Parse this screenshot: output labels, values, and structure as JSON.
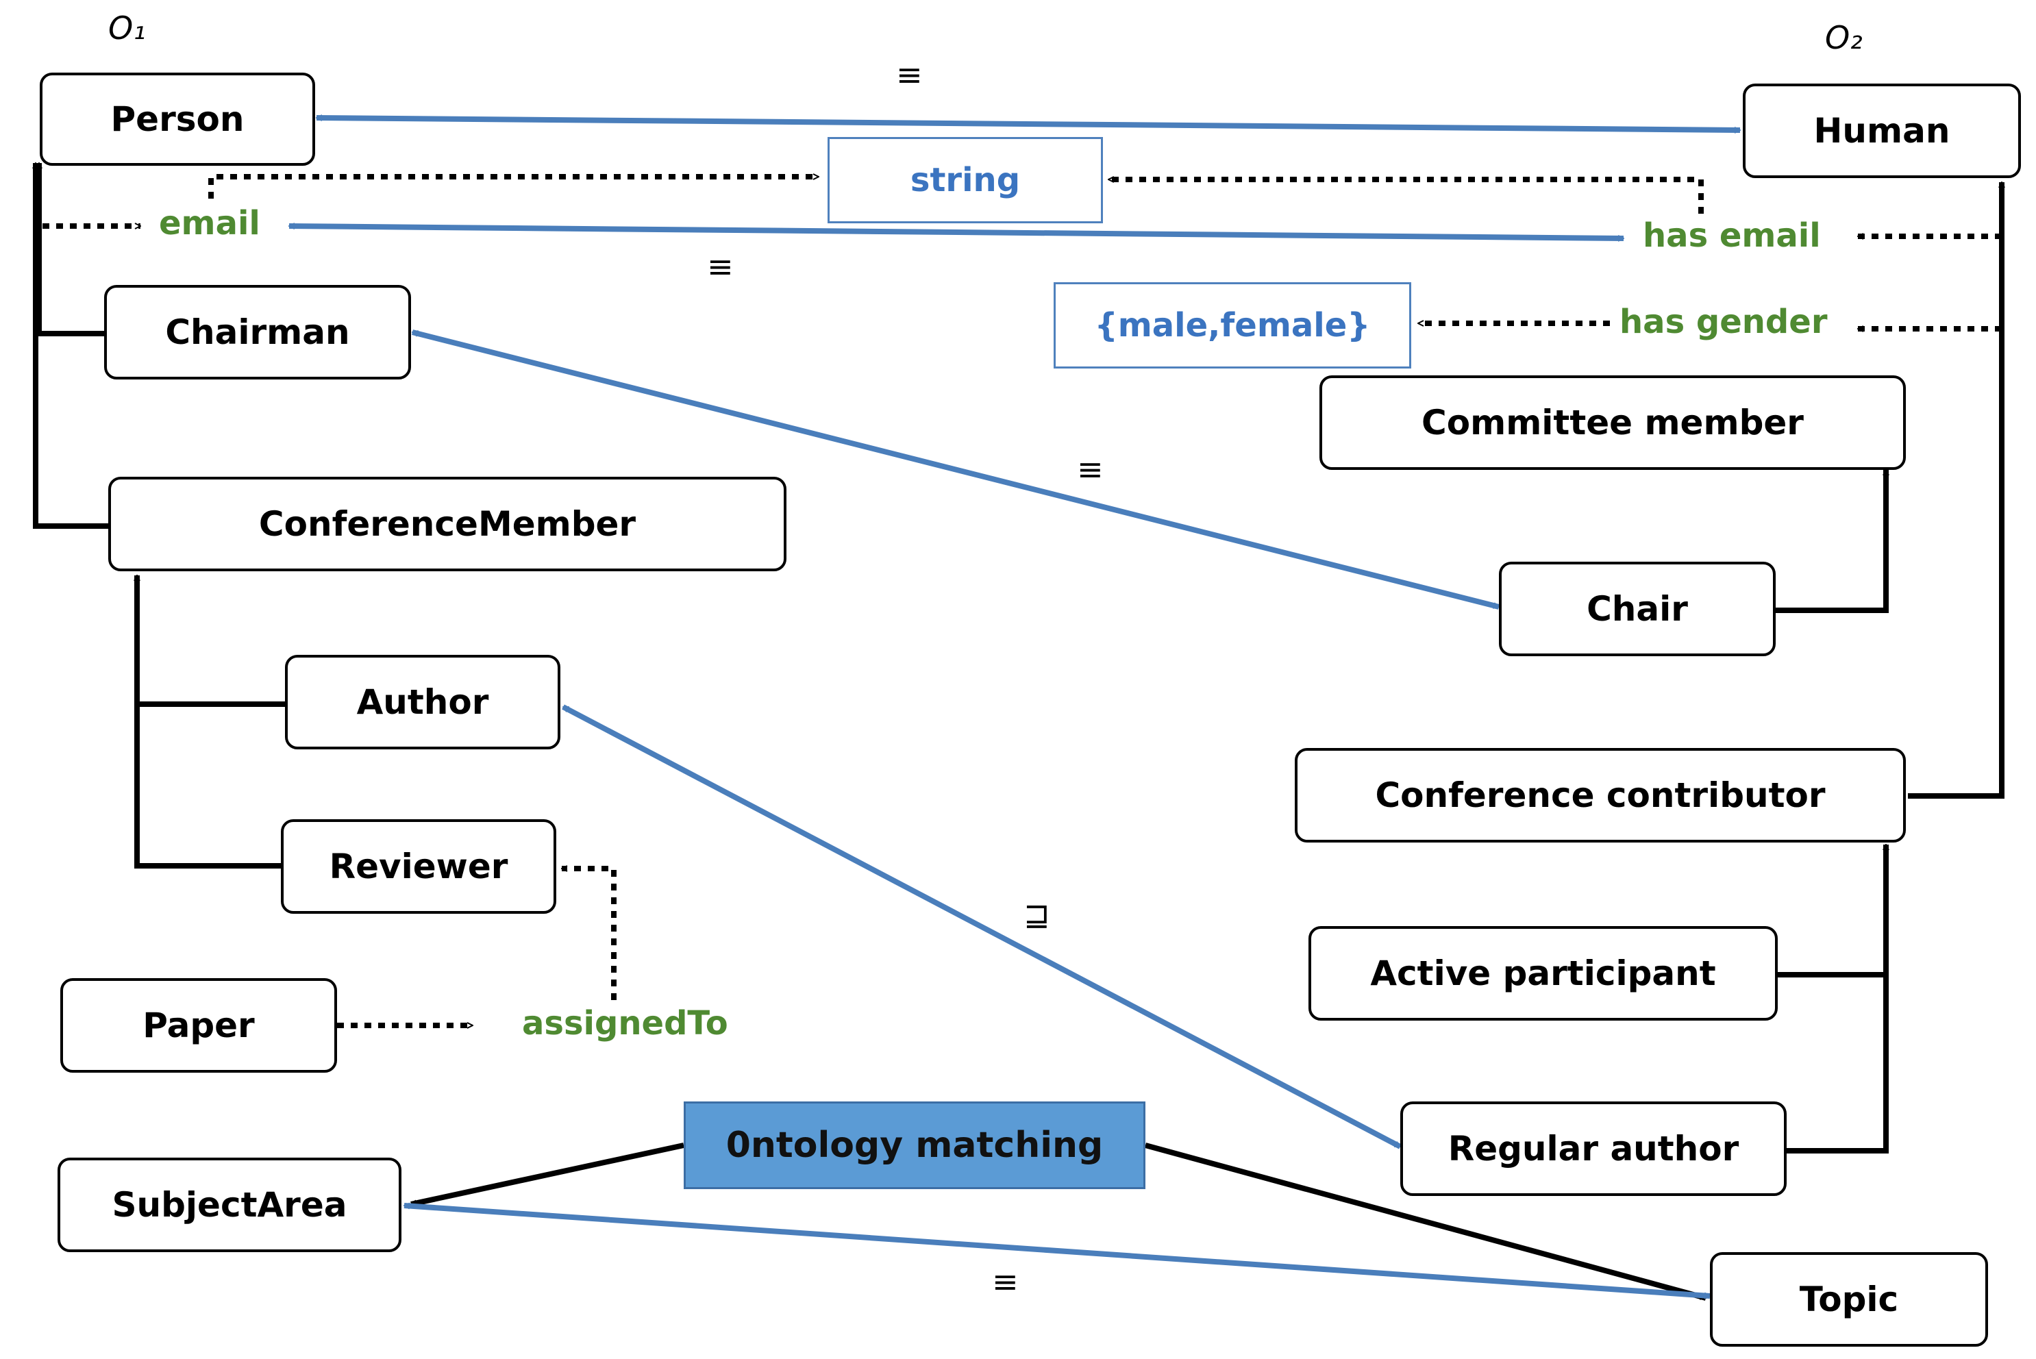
{
  "ontologies": {
    "o1": "O₁",
    "o2": "O₂"
  },
  "classes": {
    "person": "Person",
    "chairman": "Chairman",
    "conference_member": "ConferenceMember",
    "author": "Author",
    "reviewer": "Reviewer",
    "paper": "Paper",
    "subject_area": "SubjectArea",
    "human": "Human",
    "committee_member": "Committee member",
    "chair": "Chair",
    "conference_contributor": "Conference contributor",
    "active_participant": "Active participant",
    "regular_author": "Regular author",
    "topic": "Topic"
  },
  "datatypes": {
    "string": "string",
    "gender_values": "{male,female}"
  },
  "properties": {
    "email": "email",
    "has_email": "has email",
    "has_gender": "has gender",
    "assigned_to": "assignedTo"
  },
  "matcher": "0ntology matching",
  "relations": {
    "person_human": "≡",
    "email_has_email": "≡",
    "chairman_chair": "≡",
    "author_regular_author": "⊒",
    "subjectarea_topic": "≡"
  },
  "colors": {
    "correspondence": "#4a7ebb",
    "property": "#4f8a32",
    "datatype": "#3b74c0",
    "matcher_fill": "#5b9bd5"
  }
}
